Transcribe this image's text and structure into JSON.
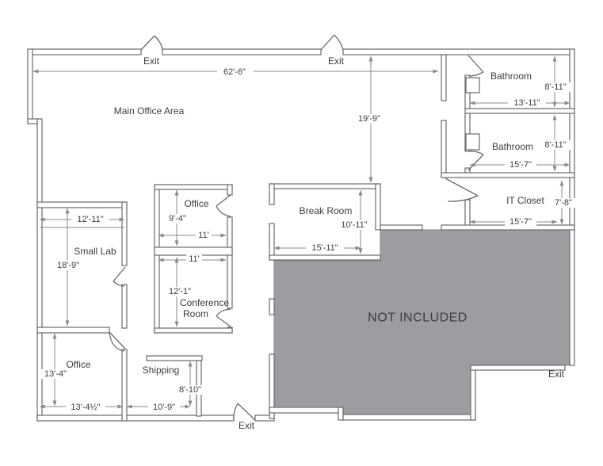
{
  "colors": {
    "wall_line": "#6b6b6b",
    "dimension_line": "#8a8a8a",
    "label_text": "#3d3d3d",
    "not_included_fill": "#9b9da1",
    "background": "#ffffff"
  },
  "exit_label": "Exit",
  "dimensions": {
    "overall_width": "62'-6\"",
    "main_office_depth": "19'-9\""
  },
  "rooms": {
    "main_office": {
      "label": "Main Office Area"
    },
    "small_lab": {
      "label": "Small Lab",
      "width": "12'-11\"",
      "depth": "18'-9\""
    },
    "office_sw": {
      "label": "Office",
      "depth": "13'-4\"",
      "width": "13'-4½\""
    },
    "shipping": {
      "label": "Shipping",
      "depth": "8'-10\"",
      "width": "10'-9\""
    },
    "office_center": {
      "label": "Office",
      "depth": "9'-4\"",
      "width": "11'"
    },
    "conference": {
      "label_line1": "Conference",
      "label_line2": "Room",
      "width": "11'",
      "depth": "12'-1\""
    },
    "break_room": {
      "label": "Break Room",
      "depth": "10'-11\"",
      "width": "15'-11\""
    },
    "bathroom_north": {
      "label": "Bathroom",
      "depth": "8'-11\"",
      "width": "13'-11\""
    },
    "bathroom_south": {
      "label": "Bathroom",
      "depth": "8'-11\"",
      "width": "15'-7\""
    },
    "it_closet": {
      "label": "IT Closet",
      "depth": "7'-8\"",
      "width": "15'-7\""
    },
    "not_included": {
      "label": "NOT INCLUDED"
    }
  }
}
